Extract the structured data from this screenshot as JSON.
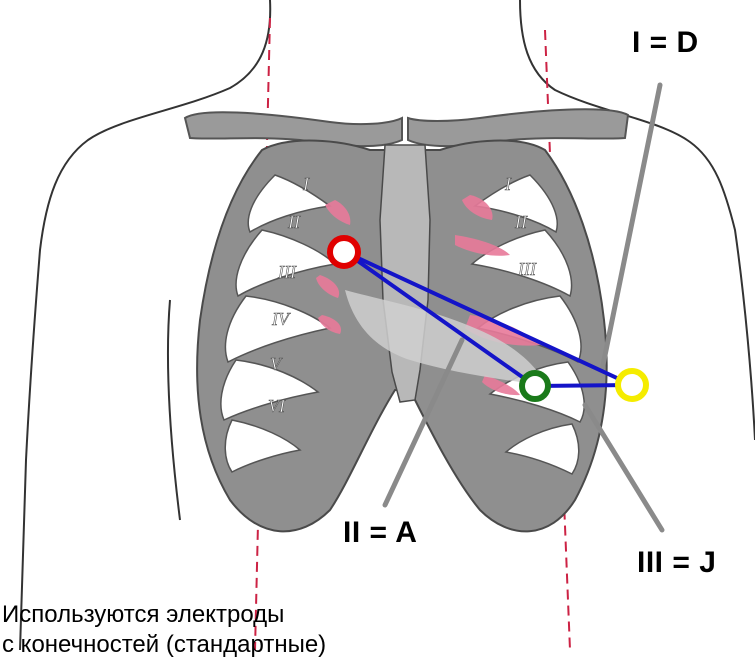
{
  "figure": {
    "leads": {
      "lead_i": "I = D",
      "lead_ii": "II = A",
      "lead_iii": "III = J"
    },
    "electrode_colors": {
      "right_electrode": "#e00000",
      "left_electrode": "#f5ec00",
      "lower_electrode": "#1a7a1a",
      "lead_lines": "#1414c8"
    },
    "rib_numerals": [
      "I",
      "II",
      "III",
      "IV",
      "V",
      "VI"
    ],
    "caption": {
      "line1": "Используются электроды",
      "line2": "с конечностей (стандартные)"
    }
  }
}
